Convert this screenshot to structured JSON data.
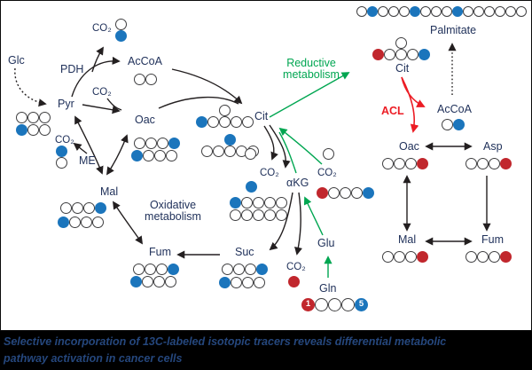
{
  "colors": {
    "labeled_blue": "#1b75bc",
    "labeled_red": "#c1272d",
    "reductive_green": "#00a651",
    "acl_red": "#ec1c24",
    "label_text": "#21325b",
    "caption_text": "#25477d",
    "caption_bg": "#000000"
  },
  "labels": {
    "glc": "Glc",
    "pdh": "PDH",
    "co2": "CO₂",
    "accoa": "AcCoA",
    "pyr": "Pyr",
    "oac": "Oac",
    "me": "ME",
    "mal": "Mal",
    "fum": "Fum",
    "suc": "Suc",
    "cit": "Cit",
    "akg": "αKG",
    "glu": "Glu",
    "gln": "Gln",
    "asp": "Asp",
    "palmitate": "Palmitate",
    "acl": "ACL",
    "oxidative1": "Oxidative",
    "oxidative2": "metabolism",
    "reductive1": "Reductive",
    "reductive2": "metabolism"
  },
  "isotopologues": {
    "co2_top": [
      "W",
      "B"
    ],
    "accoa_top": [
      "W",
      "W"
    ],
    "pyr_row1": [
      "W",
      "W",
      "W"
    ],
    "pyr_row2": [
      "B",
      "W",
      "W"
    ],
    "co2_me": [
      "B",
      "W"
    ],
    "oac_left_row1": [
      "W",
      "W",
      "W",
      "B"
    ],
    "oac_left_row2": [
      "B",
      "W",
      "W",
      "W"
    ],
    "mal_left_row1": [
      "W",
      "W",
      "W",
      "B"
    ],
    "mal_left_row2": [
      "B",
      "W",
      "W",
      "W"
    ],
    "fum_left_row1": [
      "W",
      "W",
      "W",
      "B"
    ],
    "fum_left_row2": [
      "B",
      "W",
      "W",
      "W"
    ],
    "suc_row1": [
      "W",
      "W",
      "W",
      "B"
    ],
    "suc_row2": [
      "B",
      "W",
      "W",
      "W"
    ],
    "cit_left1_top": [
      "W"
    ],
    "cit_left1_row": [
      "B",
      "W",
      "W",
      "W",
      "W"
    ],
    "cit_left2_top": [
      "B"
    ],
    "cit_left2_row": [
      "W",
      "W",
      "W",
      "W",
      "W"
    ],
    "akg_left_row1": [
      "B",
      "W",
      "W",
      "W",
      "W"
    ],
    "akg_left_row2": [
      "W",
      "W",
      "W",
      "W",
      "W"
    ],
    "akg_right": [
      "R",
      "W",
      "W",
      "W",
      "B"
    ],
    "co2_akg_left_above": [
      "W"
    ],
    "co2_akg_left_below": [
      "B"
    ],
    "co2_akg_right_above": [
      "W"
    ],
    "co2_released_bottom": [
      "R"
    ],
    "gln": [
      "R:1",
      "W",
      "W",
      "W",
      "B:5"
    ],
    "cit_right_top": [
      "W"
    ],
    "cit_right_row": [
      "R",
      "W",
      "W",
      "W",
      "B"
    ],
    "palmitate": [
      "W",
      "B",
      "W",
      "W",
      "W",
      "B",
      "W",
      "W",
      "W",
      "B",
      "W",
      "W",
      "W",
      "W",
      "W",
      "W"
    ],
    "accoa_right": [
      "W",
      "B"
    ],
    "oac_right": [
      "W",
      "W",
      "W",
      "R"
    ],
    "asp": [
      "W",
      "W",
      "W",
      "R"
    ],
    "mal_right": [
      "W",
      "W",
      "W",
      "R"
    ],
    "fum_right": [
      "W",
      "W",
      "W",
      "R"
    ]
  },
  "caption": {
    "line1": "Selective incorporation of 13C-labeled isotopic tracers reveals differential metabolic",
    "line2": "pathway activation in cancer cells"
  }
}
